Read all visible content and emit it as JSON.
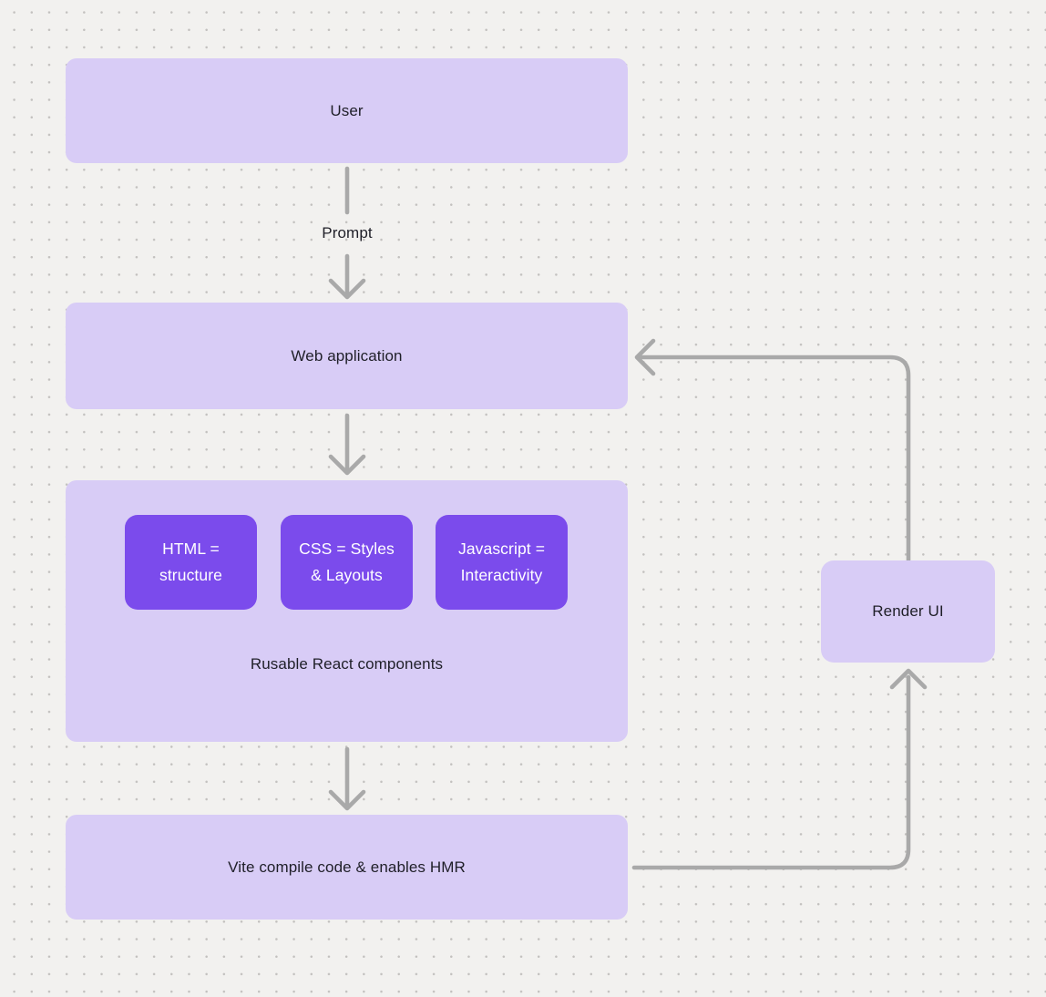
{
  "colors": {
    "background": "#f2f1ef",
    "dot_grid": "#c3c1bf",
    "node_fill": "#d8ccf6",
    "chip_fill": "#7b4bec",
    "chip_text": "#ffffff",
    "node_text": "#1f1f28",
    "connector": "#a9a9a9"
  },
  "nodes": {
    "user": {
      "label": "User"
    },
    "web_application": {
      "label": "Web application"
    },
    "components_group": {
      "label": "Rusable React components",
      "chips": [
        {
          "label": "HTML =\nstructure"
        },
        {
          "label": "CSS = Styles\n& Layouts"
        },
        {
          "label": "Javascript =\nInteractivity"
        }
      ]
    },
    "vite": {
      "label": "Vite compile code & enables HMR"
    },
    "render_ui": {
      "label": "Render UI"
    }
  },
  "edges": {
    "prompt": {
      "label": "Prompt"
    }
  }
}
